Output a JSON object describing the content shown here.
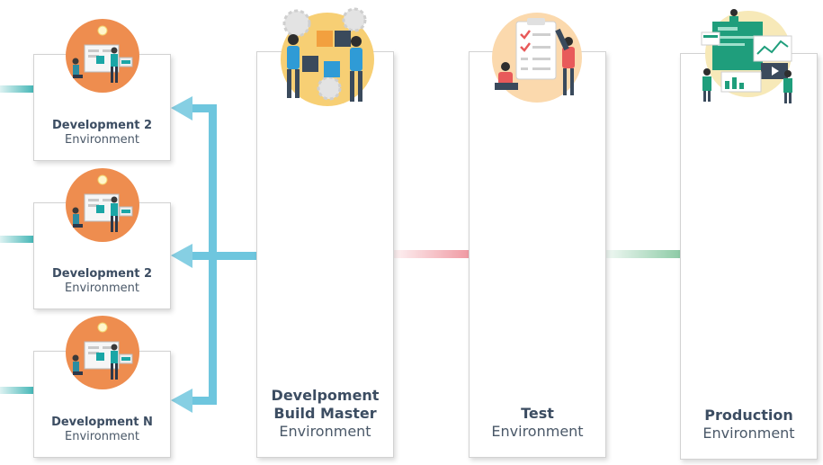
{
  "dev_envs": [
    {
      "title": "Development 2",
      "subtitle": "Environment"
    },
    {
      "title": "Development 2",
      "subtitle": "Environment"
    },
    {
      "title": "Development N",
      "subtitle": "Environment"
    }
  ],
  "stages": [
    {
      "title": "Develpoment",
      "title2": "Build Master",
      "subtitle": "Environment"
    },
    {
      "title": "Test",
      "subtitle": "Environment"
    },
    {
      "title": "Production",
      "subtitle": "Environment"
    }
  ],
  "colors": {
    "blue_arrow": "#6ec6de",
    "teal_arrow": "#1aa6a6",
    "pink_arrow": "#ee8e98",
    "green_arrow": "#7ec49a",
    "icon_orange": "#ee8d4f",
    "icon_yellow": "#f7cf74"
  },
  "icons": [
    "developer-illustration-icon",
    "puzzle-team-icon",
    "checklist-test-icon",
    "dashboard-production-icon"
  ]
}
